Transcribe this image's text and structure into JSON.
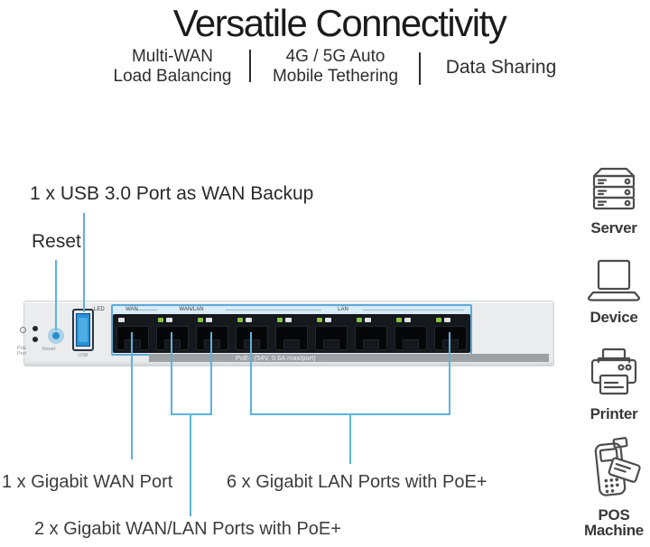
{
  "title": "Versatile Connectivity",
  "features": [
    {
      "line1": "Multi-WAN",
      "line2": "Load Balancing"
    },
    {
      "line1": "4G / 5G Auto",
      "line2": "Mobile Tethering"
    },
    {
      "line1": "Data Sharing",
      "line2": ""
    }
  ],
  "callouts": {
    "usb": "1 x USB 3.0 Port as WAN Backup",
    "reset": "Reset",
    "wan": "1 x Gigabit WAN Port",
    "lan": "6 x Gigabit LAN Ports with PoE+",
    "wanlan": "2 x Gigabit WAN/LAN Ports with PoE+"
  },
  "device": {
    "poe_bar": "PoE+ (54V, 0.6A max/port)",
    "usb_label": "USB",
    "reset_label": "Reset",
    "poe_side_label1": "PoE",
    "poe_side_label2": "Port",
    "strip_labels": {
      "led": "LED",
      "wan": "WAN",
      "wanlan": "WAN/LAN",
      "lan": "LAN"
    },
    "ports": [
      {
        "id": 1,
        "type": "wan",
        "poe": false
      },
      {
        "id": 2,
        "type": "wanlan",
        "poe": true
      },
      {
        "id": 3,
        "type": "wanlan",
        "poe": true
      },
      {
        "id": 4,
        "type": "lan",
        "poe": true
      },
      {
        "id": 5,
        "type": "lan",
        "poe": true
      },
      {
        "id": 6,
        "type": "lan",
        "poe": true
      },
      {
        "id": 7,
        "type": "lan",
        "poe": true
      },
      {
        "id": 8,
        "type": "lan",
        "poe": true
      },
      {
        "id": 9,
        "type": "lan",
        "poe": true
      }
    ]
  },
  "legend": [
    {
      "icon": "server-icon",
      "label": "Server"
    },
    {
      "icon": "laptop-icon",
      "label": "Device"
    },
    {
      "icon": "printer-icon",
      "label": "Printer"
    },
    {
      "icon": "pos-machine-icon",
      "label": "POS Machine"
    }
  ],
  "colors": {
    "callout_line": "#5cb3da",
    "port_highlight_border": "#4ba3d6",
    "poe_led_green": "#8ac43f",
    "usb_port_blue": "#2592d8",
    "title_text": "#1b1b1b",
    "device_body": "#eaeced",
    "poe_bar_gray": "#9ba1a5"
  }
}
